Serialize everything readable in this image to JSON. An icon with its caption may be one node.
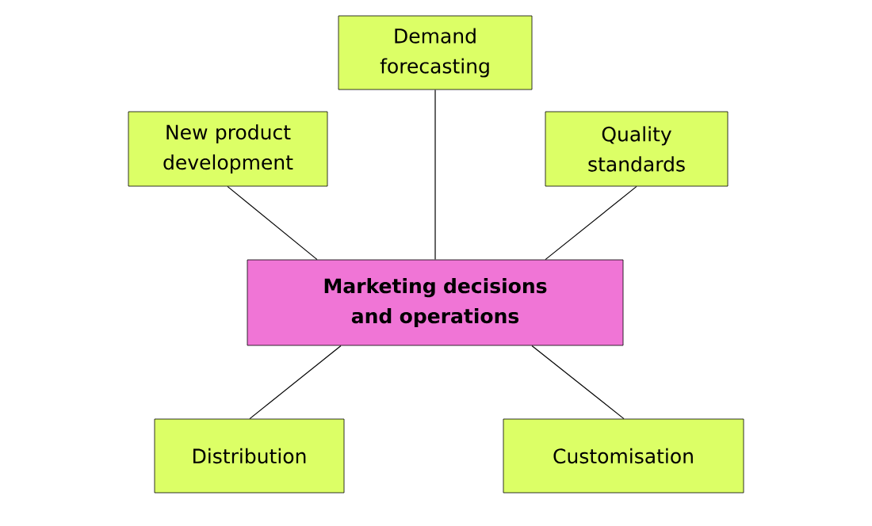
{
  "diagram": {
    "nodes": [
      {
        "text": [
          "Marketing decisions and operations"
        ]
      },
      {
        "text": [
          "Demand forecasting"
        ]
      },
      {
        "text": [
          "New product development"
        ]
      },
      {
        "text": [
          "Quality standards"
        ]
      },
      {
        "text": [
          "Distribution"
        ]
      },
      {
        "text": [
          "Customisation"
        ]
      }
    ],
    "edges": [
      {
        "from": 0,
        "to": 1,
        "arrow": "none"
      },
      {
        "from": 0,
        "to": 2,
        "arrow": "none"
      },
      {
        "from": 0,
        "to": 3,
        "arrow": "none"
      },
      {
        "from": 0,
        "to": 4,
        "arrow": "none"
      },
      {
        "from": 0,
        "to": 5,
        "arrow": "none"
      }
    ]
  }
}
